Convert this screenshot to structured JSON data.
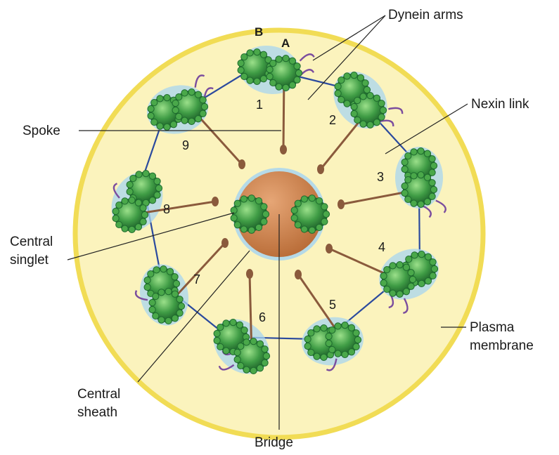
{
  "colors": {
    "cell_fill": "#fbf3bd",
    "membrane": "#f1dc55",
    "sheath": "#a8d5f0",
    "doublet_dark": "#1e6b2e",
    "doublet_mid": "#3a9a44",
    "doublet_light": "#7ccf6c",
    "subunit": "#4aa84a",
    "central_core": "#cf8a55",
    "dynein": "#7b4d9e",
    "nexin": "#2b4a9e",
    "spoke": "#8a5a3c"
  },
  "labels": {
    "dynein_arms": "Dynein arms",
    "nexin_link": "Nexin link",
    "spoke": "Spoke",
    "central_singlet": [
      "Central",
      "singlet"
    ],
    "central_sheath": [
      "Central",
      "sheath"
    ],
    "bridge": "Bridge",
    "plasma_membrane": [
      "Plasma",
      "membrane"
    ],
    "tubule_a": "A",
    "tubule_b": "B"
  },
  "doublet_numbers": [
    "1",
    "2",
    "3",
    "4",
    "5",
    "6",
    "7",
    "8",
    "9"
  ]
}
